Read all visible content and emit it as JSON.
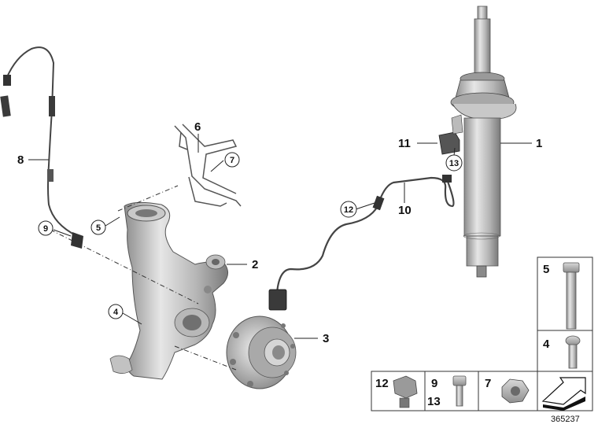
{
  "callouts": [
    {
      "id": "1",
      "text": "1"
    },
    {
      "id": "2",
      "text": "2"
    },
    {
      "id": "3",
      "text": "3"
    },
    {
      "id": "4",
      "text": "4"
    },
    {
      "id": "5",
      "text": "5"
    },
    {
      "id": "6",
      "text": "6"
    },
    {
      "id": "7",
      "text": "7"
    },
    {
      "id": "8",
      "text": "8"
    },
    {
      "id": "9",
      "text": "9"
    },
    {
      "id": "10",
      "text": "10"
    },
    {
      "id": "11",
      "text": "11"
    },
    {
      "id": "12",
      "text": "12"
    },
    {
      "id": "13",
      "text": "13"
    }
  ],
  "parts_box": {
    "bolt_long": "5",
    "bolt_short": "4",
    "clip": "12",
    "screw_a": "9",
    "screw_b": "13",
    "nut": "7"
  },
  "reference_number": "365237"
}
